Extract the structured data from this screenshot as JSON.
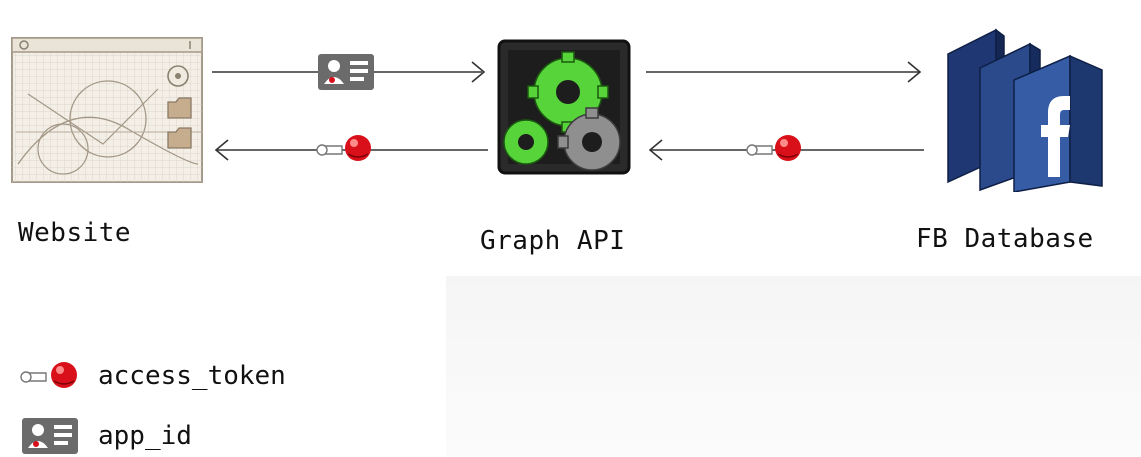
{
  "diagram": {
    "nodes": {
      "website": {
        "label": "Website",
        "icon": "browser-window-sketch-icon"
      },
      "graph_api": {
        "label": "Graph API",
        "icon": "gears-icon"
      },
      "fb_database": {
        "label": "FB Database",
        "icon": "facebook-database-icon"
      }
    },
    "edges": [
      {
        "from": "website",
        "to": "graph_api",
        "carries": "app_id"
      },
      {
        "from": "graph_api",
        "to": "website",
        "carries": "access_token"
      },
      {
        "from": "graph_api",
        "to": "fb_database",
        "carries": ""
      },
      {
        "from": "fb_database",
        "to": "graph_api",
        "carries": "access_token"
      }
    ]
  },
  "legend": {
    "items": [
      {
        "label": "access_token",
        "icon": "key-token-icon"
      },
      {
        "label": "app_id",
        "icon": "id-card-icon"
      }
    ]
  },
  "colors": {
    "gear_green": "#57d43a",
    "gear_gray": "#8f8f8f",
    "fb_blue": "#2f4f93",
    "token_red": "#d9101a",
    "card_gray": "#6b6b6b",
    "arrow": "#333333"
  }
}
